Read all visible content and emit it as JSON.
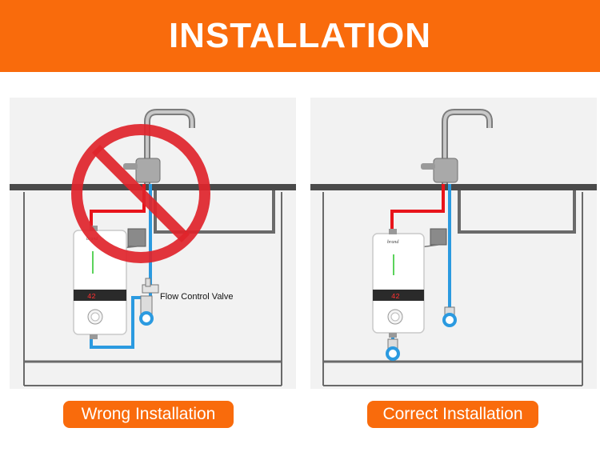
{
  "banner": {
    "title": "INSTALLATION"
  },
  "left_scene": {
    "callout": "Flow Control Valve",
    "display": "42"
  },
  "right_scene": {
    "display": "42"
  },
  "labels": {
    "wrong": "Wrong Installation",
    "correct": "Correct Installation"
  },
  "colors": {
    "accent": "#f96b0c",
    "hot_pipe": "#e8141b",
    "cold_pipe": "#2b9ae0",
    "prohibit": "#e0242b"
  }
}
